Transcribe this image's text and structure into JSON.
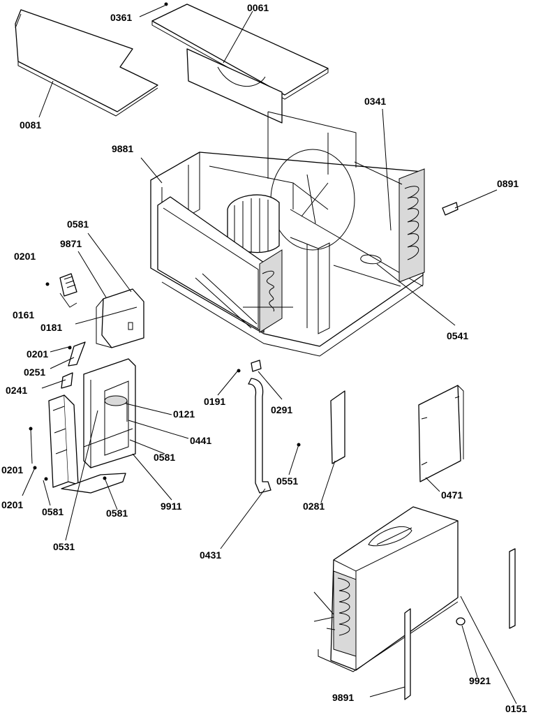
{
  "labels": {
    "p0361": "0361",
    "p0061": "0061",
    "p0081": "0081",
    "p0341": "0341",
    "p9881": "9881",
    "p0891": "0891",
    "p0581a": "0581",
    "p9871": "9871",
    "p0201a": "0201",
    "p0161": "0161",
    "p0181": "0181",
    "p0541": "0541",
    "p0201b": "0201",
    "p0251": "0251",
    "p0241": "0241",
    "p0191": "0191",
    "p0291": "0291",
    "p0121": "0121",
    "p0441": "0441",
    "p0581b": "0581",
    "p0201c": "0201",
    "p0201d": "0201",
    "p0551": "0551",
    "p0471": "0471",
    "p0581c": "0581",
    "p0581d": "0581",
    "p9911": "9911",
    "p0281": "0281",
    "p0531": "0531",
    "p0431": "0431",
    "p9921": "9921",
    "p9891": "9891",
    "p0151": "0151"
  }
}
